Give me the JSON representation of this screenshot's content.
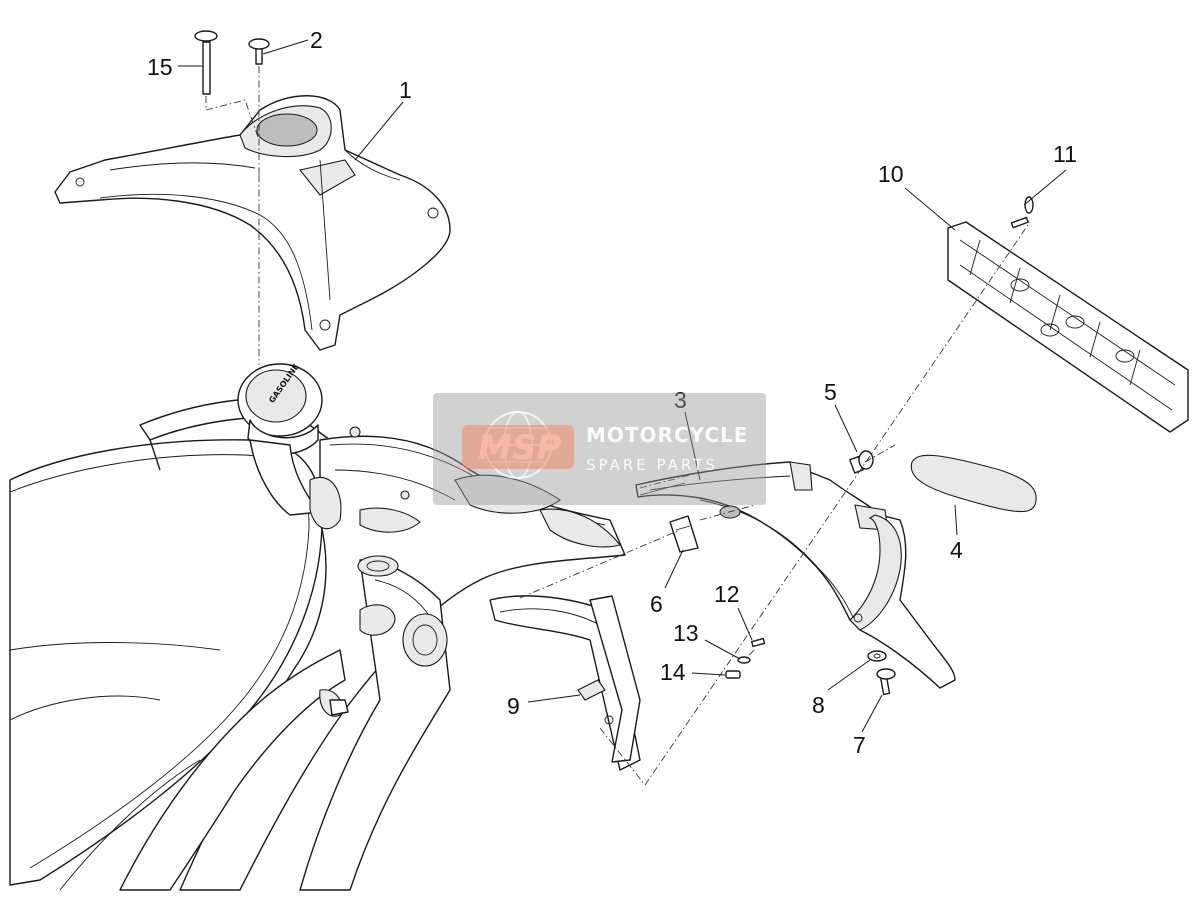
{
  "diagram": {
    "callouts": [
      {
        "id": "1",
        "label": "1"
      },
      {
        "id": "2",
        "label": "2"
      },
      {
        "id": "3",
        "label": "3"
      },
      {
        "id": "4",
        "label": "4"
      },
      {
        "id": "5",
        "label": "5"
      },
      {
        "id": "6",
        "label": "6"
      },
      {
        "id": "7",
        "label": "7"
      },
      {
        "id": "8",
        "label": "8"
      },
      {
        "id": "9",
        "label": "9"
      },
      {
        "id": "10",
        "label": "10"
      },
      {
        "id": "11",
        "label": "11"
      },
      {
        "id": "12",
        "label": "12"
      },
      {
        "id": "13",
        "label": "13"
      },
      {
        "id": "14",
        "label": "14"
      },
      {
        "id": "15",
        "label": "15"
      }
    ],
    "fuel_cap_text": "GASOLINE"
  },
  "watermark": {
    "logo_text": "MSP",
    "title": "MOTORCYCLE",
    "subtitle": "SPARE PARTS",
    "logo_color": "#f08a64"
  }
}
